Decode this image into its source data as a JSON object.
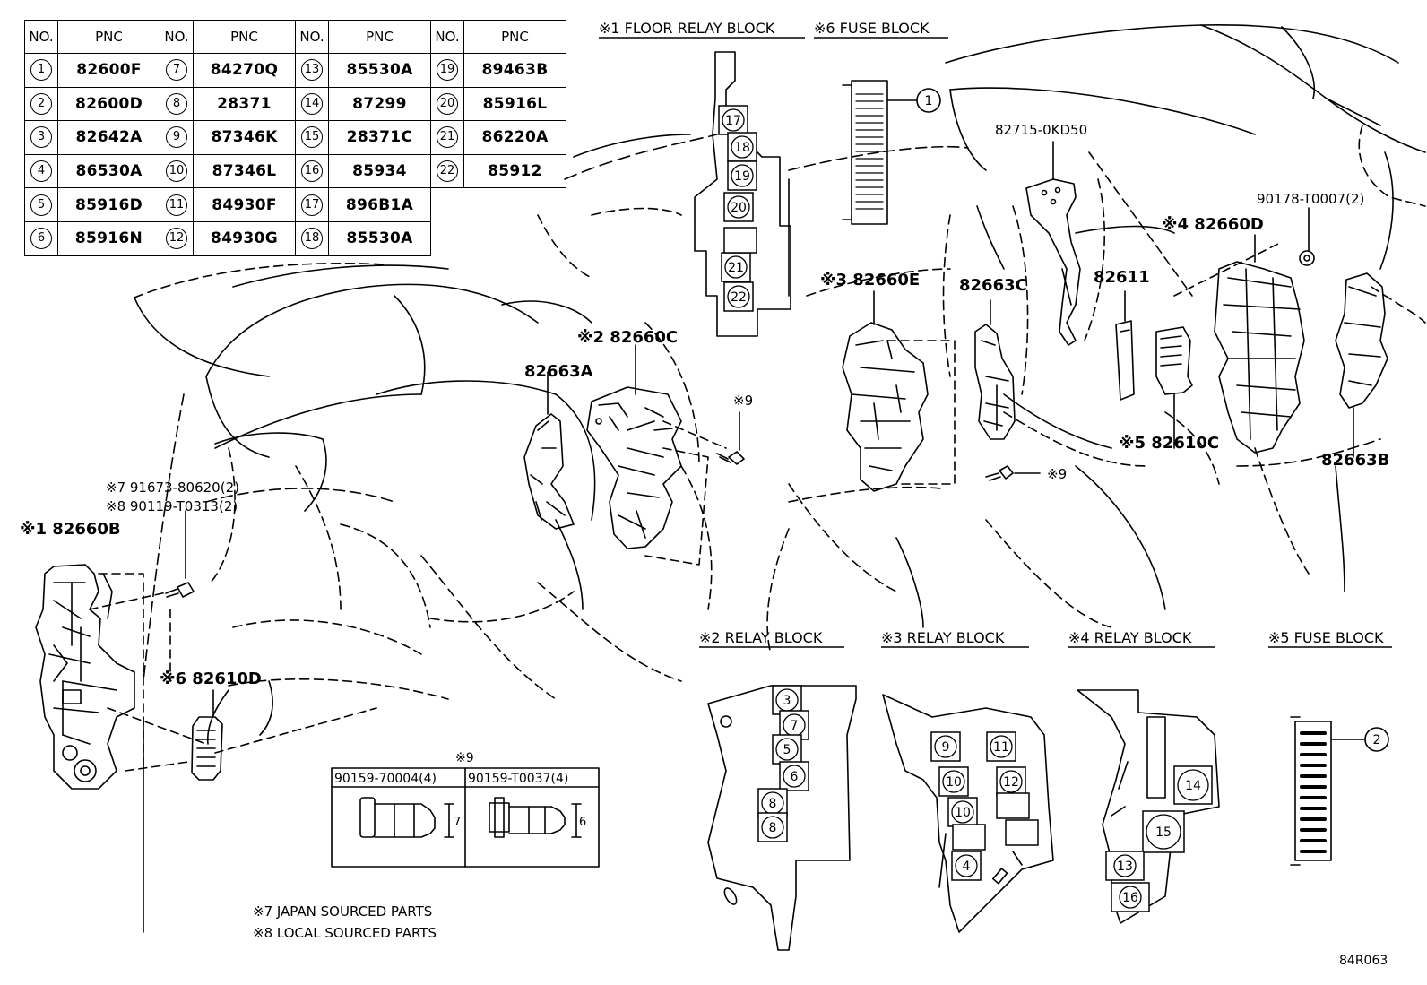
{
  "pnc_table": {
    "header_no": "NO.",
    "header_pnc": "PNC",
    "rows": [
      [
        {
          "no": "1",
          "pnc": "82600F"
        },
        {
          "no": "7",
          "pnc": "84270Q"
        },
        {
          "no": "13",
          "pnc": "85530A"
        },
        {
          "no": "19",
          "pnc": "89463B"
        }
      ],
      [
        {
          "no": "2",
          "pnc": "82600D"
        },
        {
          "no": "8",
          "pnc": "28371"
        },
        {
          "no": "14",
          "pnc": "87299"
        },
        {
          "no": "20",
          "pnc": "85916L"
        }
      ],
      [
        {
          "no": "3",
          "pnc": "82642A"
        },
        {
          "no": "9",
          "pnc": "87346K"
        },
        {
          "no": "15",
          "pnc": "28371C"
        },
        {
          "no": "21",
          "pnc": "86220A"
        }
      ],
      [
        {
          "no": "4",
          "pnc": "86530A"
        },
        {
          "no": "10",
          "pnc": "87346L"
        },
        {
          "no": "16",
          "pnc": "85934"
        },
        {
          "no": "22",
          "pnc": "85912"
        }
      ],
      [
        {
          "no": "5",
          "pnc": "85916D"
        },
        {
          "no": "11",
          "pnc": "84930F"
        },
        {
          "no": "17",
          "pnc": "896B1A"
        }
      ],
      [
        {
          "no": "6",
          "pnc": "85916N"
        },
        {
          "no": "12",
          "pnc": "84930G"
        },
        {
          "no": "18",
          "pnc": "85530A"
        }
      ]
    ]
  },
  "section_titles": {
    "floor_relay": "※1 FLOOR RELAY BLOCK",
    "fuse_6": "※6 FUSE BLOCK",
    "relay_2": "※2 RELAY BLOCK",
    "relay_3": "※3 RELAY BLOCK",
    "relay_4": "※4 RELAY BLOCK",
    "fuse_5": "※5 FUSE BLOCK"
  },
  "callouts": {
    "c82715": "82715-0KD50",
    "c90178": "90178-T0007(2)",
    "c82660D": "※4 82660D",
    "c82660E": "※3 82660E",
    "c82663C": "82663C",
    "c82611": "82611",
    "c82660C": "※2 82660C",
    "c82663A": "82663A",
    "c9a": "※9",
    "c9b": "※9",
    "c82610C": "※5 82610C",
    "c82663B": "82663B",
    "c91673": "※7 91673-80620(2)",
    "c90119": "※8 90119-T0313(2)",
    "c82660B": "※1 82660B",
    "c82610D": "※6 82610D"
  },
  "fastener_table": {
    "title": "※9",
    "col1": "90159-70004(4)",
    "col2": "90159-T0037(4)",
    "dim1": "7",
    "dim2": "6"
  },
  "notes": {
    "note7": "※7 JAPAN SOURCED PARTS",
    "note8": "※8 LOCAL SOURCED PARTS"
  },
  "figure_id": "84R063",
  "block_numbers": {
    "floor_relay": [
      "17",
      "18",
      "19",
      "20",
      "21",
      "22"
    ],
    "relay_2": [
      "3",
      "7",
      "5",
      "6",
      "8",
      "8"
    ],
    "relay_3": [
      "9",
      "11",
      "10",
      "12",
      "10",
      "4"
    ],
    "relay_4": [
      "14",
      "15",
      "13",
      "16"
    ],
    "fuse_6_ref": "1",
    "fuse_5_ref": "2"
  }
}
